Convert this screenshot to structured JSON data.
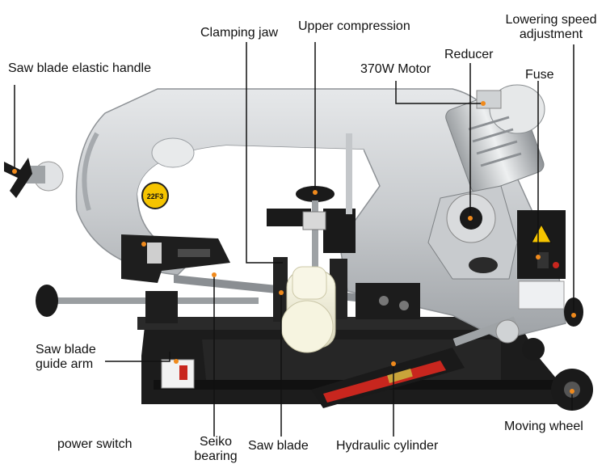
{
  "labels": {
    "clamping_jaw": "Clamping jaw",
    "upper_compression": "Upper compression",
    "lowering_speed_1": "Lowering speed",
    "lowering_speed_2": "adjustment",
    "saw_blade_elastic_handle": "Saw blade elastic handle",
    "reducer": "Reducer",
    "motor": "370W Motor",
    "fuse": "Fuse",
    "guide_arm_1": "Saw blade",
    "guide_arm_2": "guide arm",
    "moving_wheel": "Moving wheel",
    "power_switch": "power switch",
    "seiko_1": "Seiko",
    "seiko_2": "bearing",
    "saw_blade": "Saw blade",
    "hydraulic_cylinder": "Hydraulic cylinder"
  },
  "machine_text": {
    "badge": "22F3"
  },
  "colors": {
    "body_silver": "#c9ccd0",
    "base_black": "#1a1a1a",
    "workpiece": "#f2f0dc",
    "leader_line": "#111111",
    "marker_dot": "#f08a1c",
    "hose_red": "#c8261e",
    "brass": "#c9a43a",
    "warning_yellow": "#f5c400"
  }
}
